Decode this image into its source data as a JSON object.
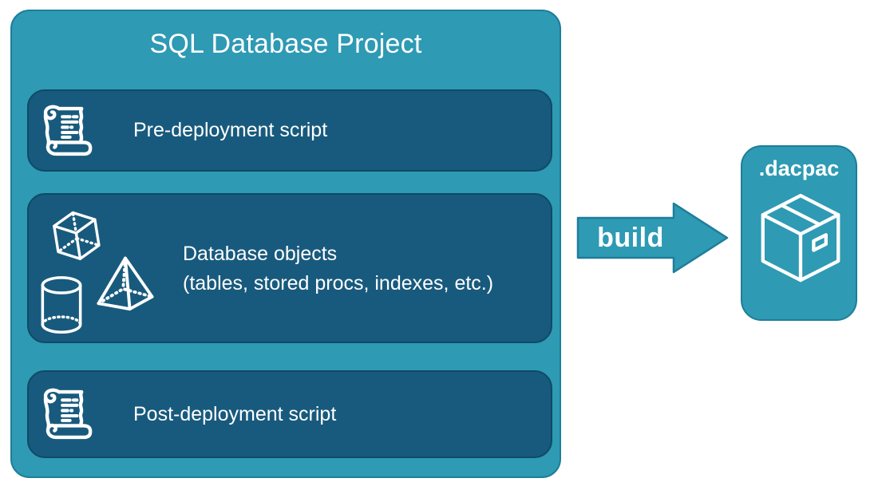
{
  "colors": {
    "teal": "#2E9AB4",
    "teal_border": "#1E7E99",
    "dark_box": "#185A7D",
    "dark_box_border": "#0F4A66",
    "text_white": "#FFFFFF"
  },
  "diagram": {
    "project": {
      "title": "SQL Database Project",
      "boxes": [
        {
          "name": "pre-deployment",
          "icon": "scroll-icon",
          "lines": [
            "Pre-deployment script"
          ]
        },
        {
          "name": "database-objects",
          "icon": "geometric-shapes-icon",
          "lines": [
            "Database objects",
            "(tables, stored procs, indexes, etc.)"
          ]
        },
        {
          "name": "post-deployment",
          "icon": "scroll-icon",
          "lines": [
            "Post-deployment script"
          ]
        }
      ]
    },
    "build_arrow": {
      "label": "build"
    },
    "artifact": {
      "label": ".dacpac",
      "icon": "package-icon"
    }
  }
}
